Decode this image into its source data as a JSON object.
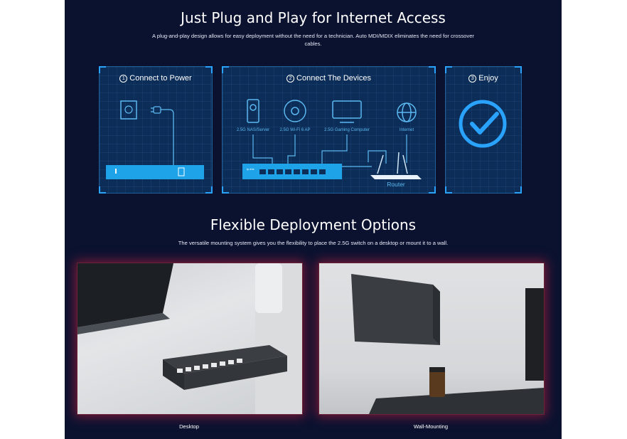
{
  "section1": {
    "title": "Just Plug and Play for Internet Access",
    "subtitle": "A plug-and-play design allows for easy deployment without the need for a technician. Auto MDI/MDIX eliminates the need for crossover cables.",
    "steps": [
      {
        "number": "1",
        "label": "Connect to Power"
      },
      {
        "number": "2",
        "label": "Connect The Devices"
      },
      {
        "number": "3",
        "label": "Enjoy"
      }
    ],
    "devices": [
      "2.5G NAS/Server",
      "2.5G Wi-Fi 6 AP",
      "2.5G Gaming Computer",
      "Internet"
    ],
    "router_label": "Router",
    "switch_brand": "tp-link"
  },
  "section2": {
    "title": "Flexible Deployment Options",
    "subtitle": "The versatile mounting system gives you the flexibility to place the 2.5G switch on a desktop or mount it to a wall.",
    "options": [
      {
        "caption": "Desktop"
      },
      {
        "caption": "Wall-Mounting"
      }
    ]
  },
  "colors": {
    "background": "#0b1230",
    "card": "#0c2d57",
    "accent": "#2aa3ff",
    "glow": "#aa1e3c"
  }
}
